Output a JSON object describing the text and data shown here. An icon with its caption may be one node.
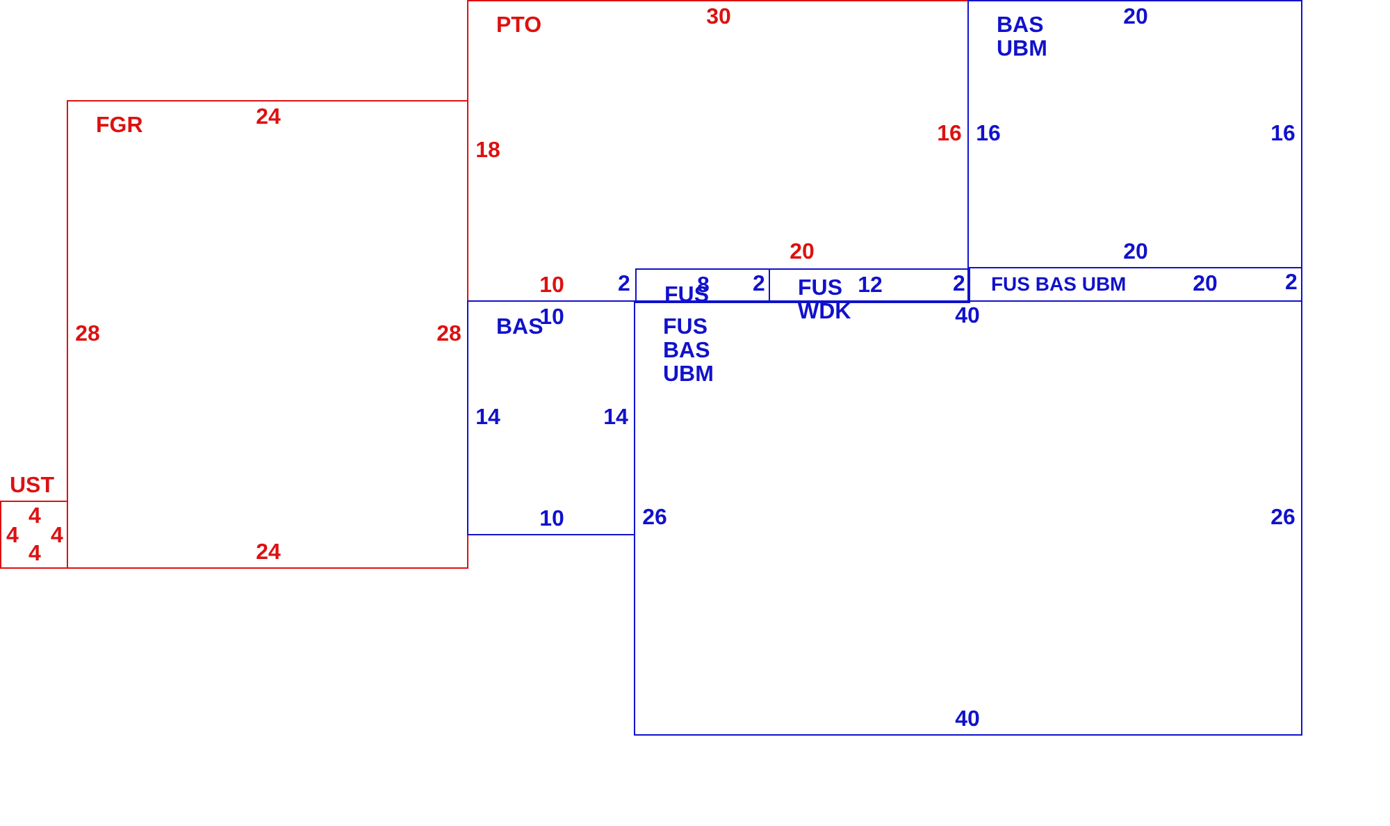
{
  "diagram": {
    "nodes": [
      {
        "text": [
          "PTO",
          "30",
          "18",
          "16",
          "20",
          "10"
        ]
      },
      {
        "text": [
          "BAS UBM",
          "20",
          "16",
          "16",
          "20"
        ]
      },
      {
        "text": [
          "FGR",
          "24",
          "28",
          "28",
          "24"
        ]
      },
      {
        "text": [
          "FUS",
          "8",
          "2"
        ],
        "beside": [
          "2"
        ],
        "in": 0
      },
      {
        "text": [
          "FUS WDK",
          "12",
          "2"
        ],
        "in": 0
      },
      {
        "text": [
          "FUS BAS UBM",
          "20",
          "2"
        ]
      },
      {
        "text": [
          "BAS",
          "10",
          "14",
          "14",
          "10"
        ]
      },
      {
        "text": [
          "FUS BAS UBM",
          "40",
          "26",
          "26",
          "40"
        ]
      },
      {
        "text": [
          "UST",
          "4",
          "4",
          "4",
          "4"
        ]
      }
    ]
  }
}
